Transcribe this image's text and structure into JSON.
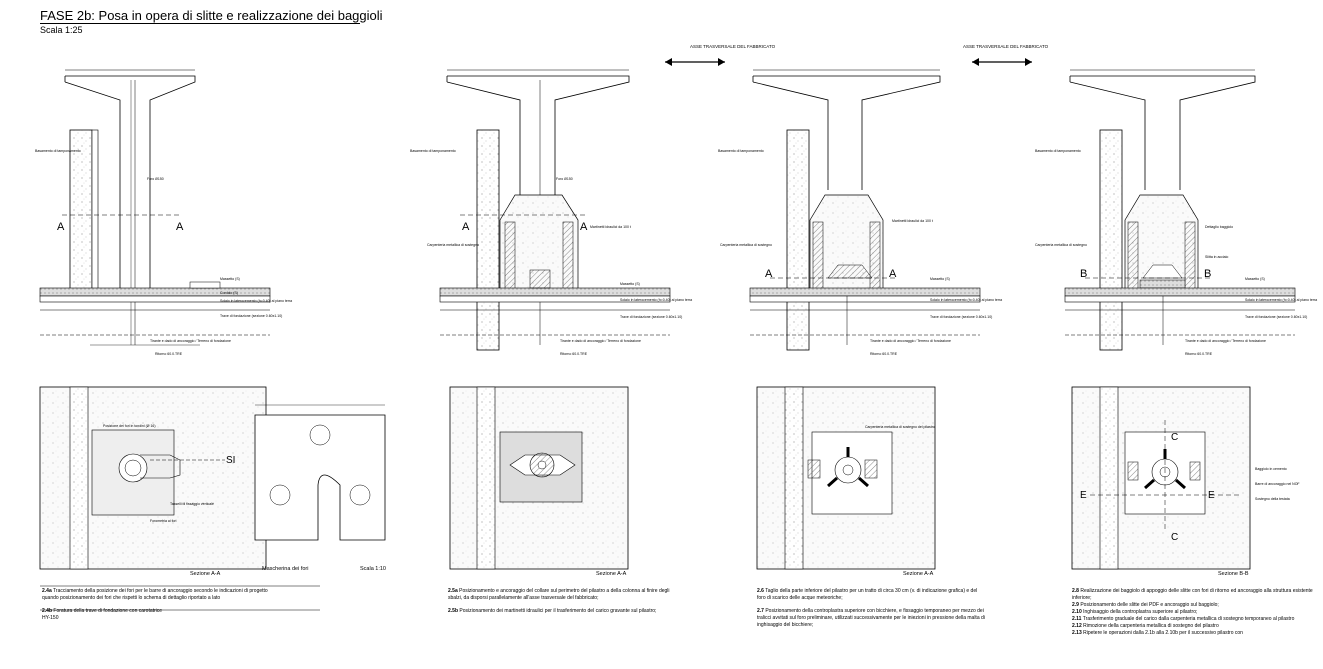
{
  "header": {
    "title": "FASE 2b: Posa in opera di slitte e realizzazione dei baggioli",
    "scale": "Scala 1:25"
  },
  "arrows": {
    "label_1": "ASSE TRASVERSALE DEL FABBRICATO",
    "label_2": "ASSE TRASVERSALE DEL FABBRICATO"
  },
  "sections": {
    "p1": "Sezione A-A",
    "p1b": "Mascherina dei fori",
    "p1b_scale": "Scala 1:10",
    "p2": "Sezione A-A",
    "p3": "Sezione A-A",
    "p4": "Sezione B-B"
  },
  "cut_letters": {
    "p1_left": "A",
    "p1_right": "A",
    "p2_left": "A",
    "p2_right": "A",
    "p3_left": "A",
    "p3_right": "A",
    "p4_left": "B",
    "p4_right": "B",
    "si": "SI",
    "c_top": "C",
    "c_bottom": "C",
    "e_left": "E",
    "e_right": "E"
  },
  "labels": {
    "tamponamento": "Basamento di tamponamento",
    "foro": "Foro Ø150",
    "carpenteria": "Carpenteria metallica di sostegno",
    "martinetti": "Martinetti idraulici da 100 t",
    "massetto": "Massetto (S)",
    "cordolo": "Cordolo (S)",
    "solaio": "Solaio in laterocemento (h=0.40) al piano terra",
    "trave": "Trave di fondazione (sezione 0.60x1.10)",
    "tirante": "Tirante e dado di ancoraggio / Terreno di fondazione",
    "ritorno": "Ritorno 60.0.TRE",
    "dettaglio": "Dettaglio baggiolo",
    "slitta": "Slitta in acciaio",
    "carpenteria_pilastro": "Carpenteria metallica di sostegno del pilastro",
    "baggiolo": "Baggiolo in cemento",
    "ancoraggio": "Barre di ancoraggio nel NOF",
    "sostegno": "Sostegno della testata",
    "mask_1": "Posizione dei fori in tondini (Ø 16)",
    "mask_2": "Tasselli di fissaggio verticale",
    "mask_3": "Forometria ai fori"
  },
  "notes": {
    "p1": [
      {
        "id": "2.4a",
        "text": "Tracciamento della posizione dei fori per le barre di ancoraggio secondo le indicazioni di progetto"
      },
      {
        "id": "",
        "text": "quando posizionamento dei fori che rispetti lo schema di dettaglio riportato a lato"
      },
      {
        "id": "2.4b",
        "text": "Foratura della trave di fondazione con carotatrice"
      },
      {
        "id": "",
        "text": "HY-150"
      }
    ],
    "p2": [
      {
        "id": "2.5a",
        "text": "Posizionamento e ancoraggio del collare sul perimetro del pilastro a della colonna al finire degli sbalzi, da disporsi parallelamente all'asse trasversale del fabbricato;"
      },
      {
        "id": "2.5b",
        "text": "Posizionamento dei martinetti idraulici per il trasferimento del carico gravante sul pilastro;"
      }
    ],
    "p3": [
      {
        "id": "2.6",
        "text": "Taglio della parte inferiore del pilastro per un tratto di circa 30 cm (v. di indicazione grafica) e del foro di scarico delle acque meteoriche;"
      },
      {
        "id": "2.7",
        "text": "Posizionamento della controplastra superiore con bicchiere, e fissaggio temporaneo per mezzo dei tralicci avvitati sul foro preliminare, utilizzati successivamente per le iniezioni in pressione della malta di inghisaggio del bicchiere;"
      }
    ],
    "p4": [
      {
        "id": "2.8",
        "text": "Realizzazione dei baggiolo di appoggio delle slitte con fori di ritorno ed ancoraggio alla struttura esistente inferiore;"
      },
      {
        "id": "2.9",
        "text": "Posizionamento delle slitte dei PDF e ancoraggio sul baggiolo;"
      },
      {
        "id": "2.10",
        "text": "Inghisaggio della controplastra superiore al pilastro;"
      },
      {
        "id": "2.11",
        "text": "Trasferimento graduale del carico dalla carpenteria metallica di sostegno temporaneo al pilastro"
      },
      {
        "id": "2.12",
        "text": "Rimozione della carpenteria metallica di sostegno del pilastro"
      },
      {
        "id": "2.13",
        "text": "Ripetere le operazioni dalla 2.1b alla 2.10b per il successivo pilastro con"
      }
    ]
  }
}
